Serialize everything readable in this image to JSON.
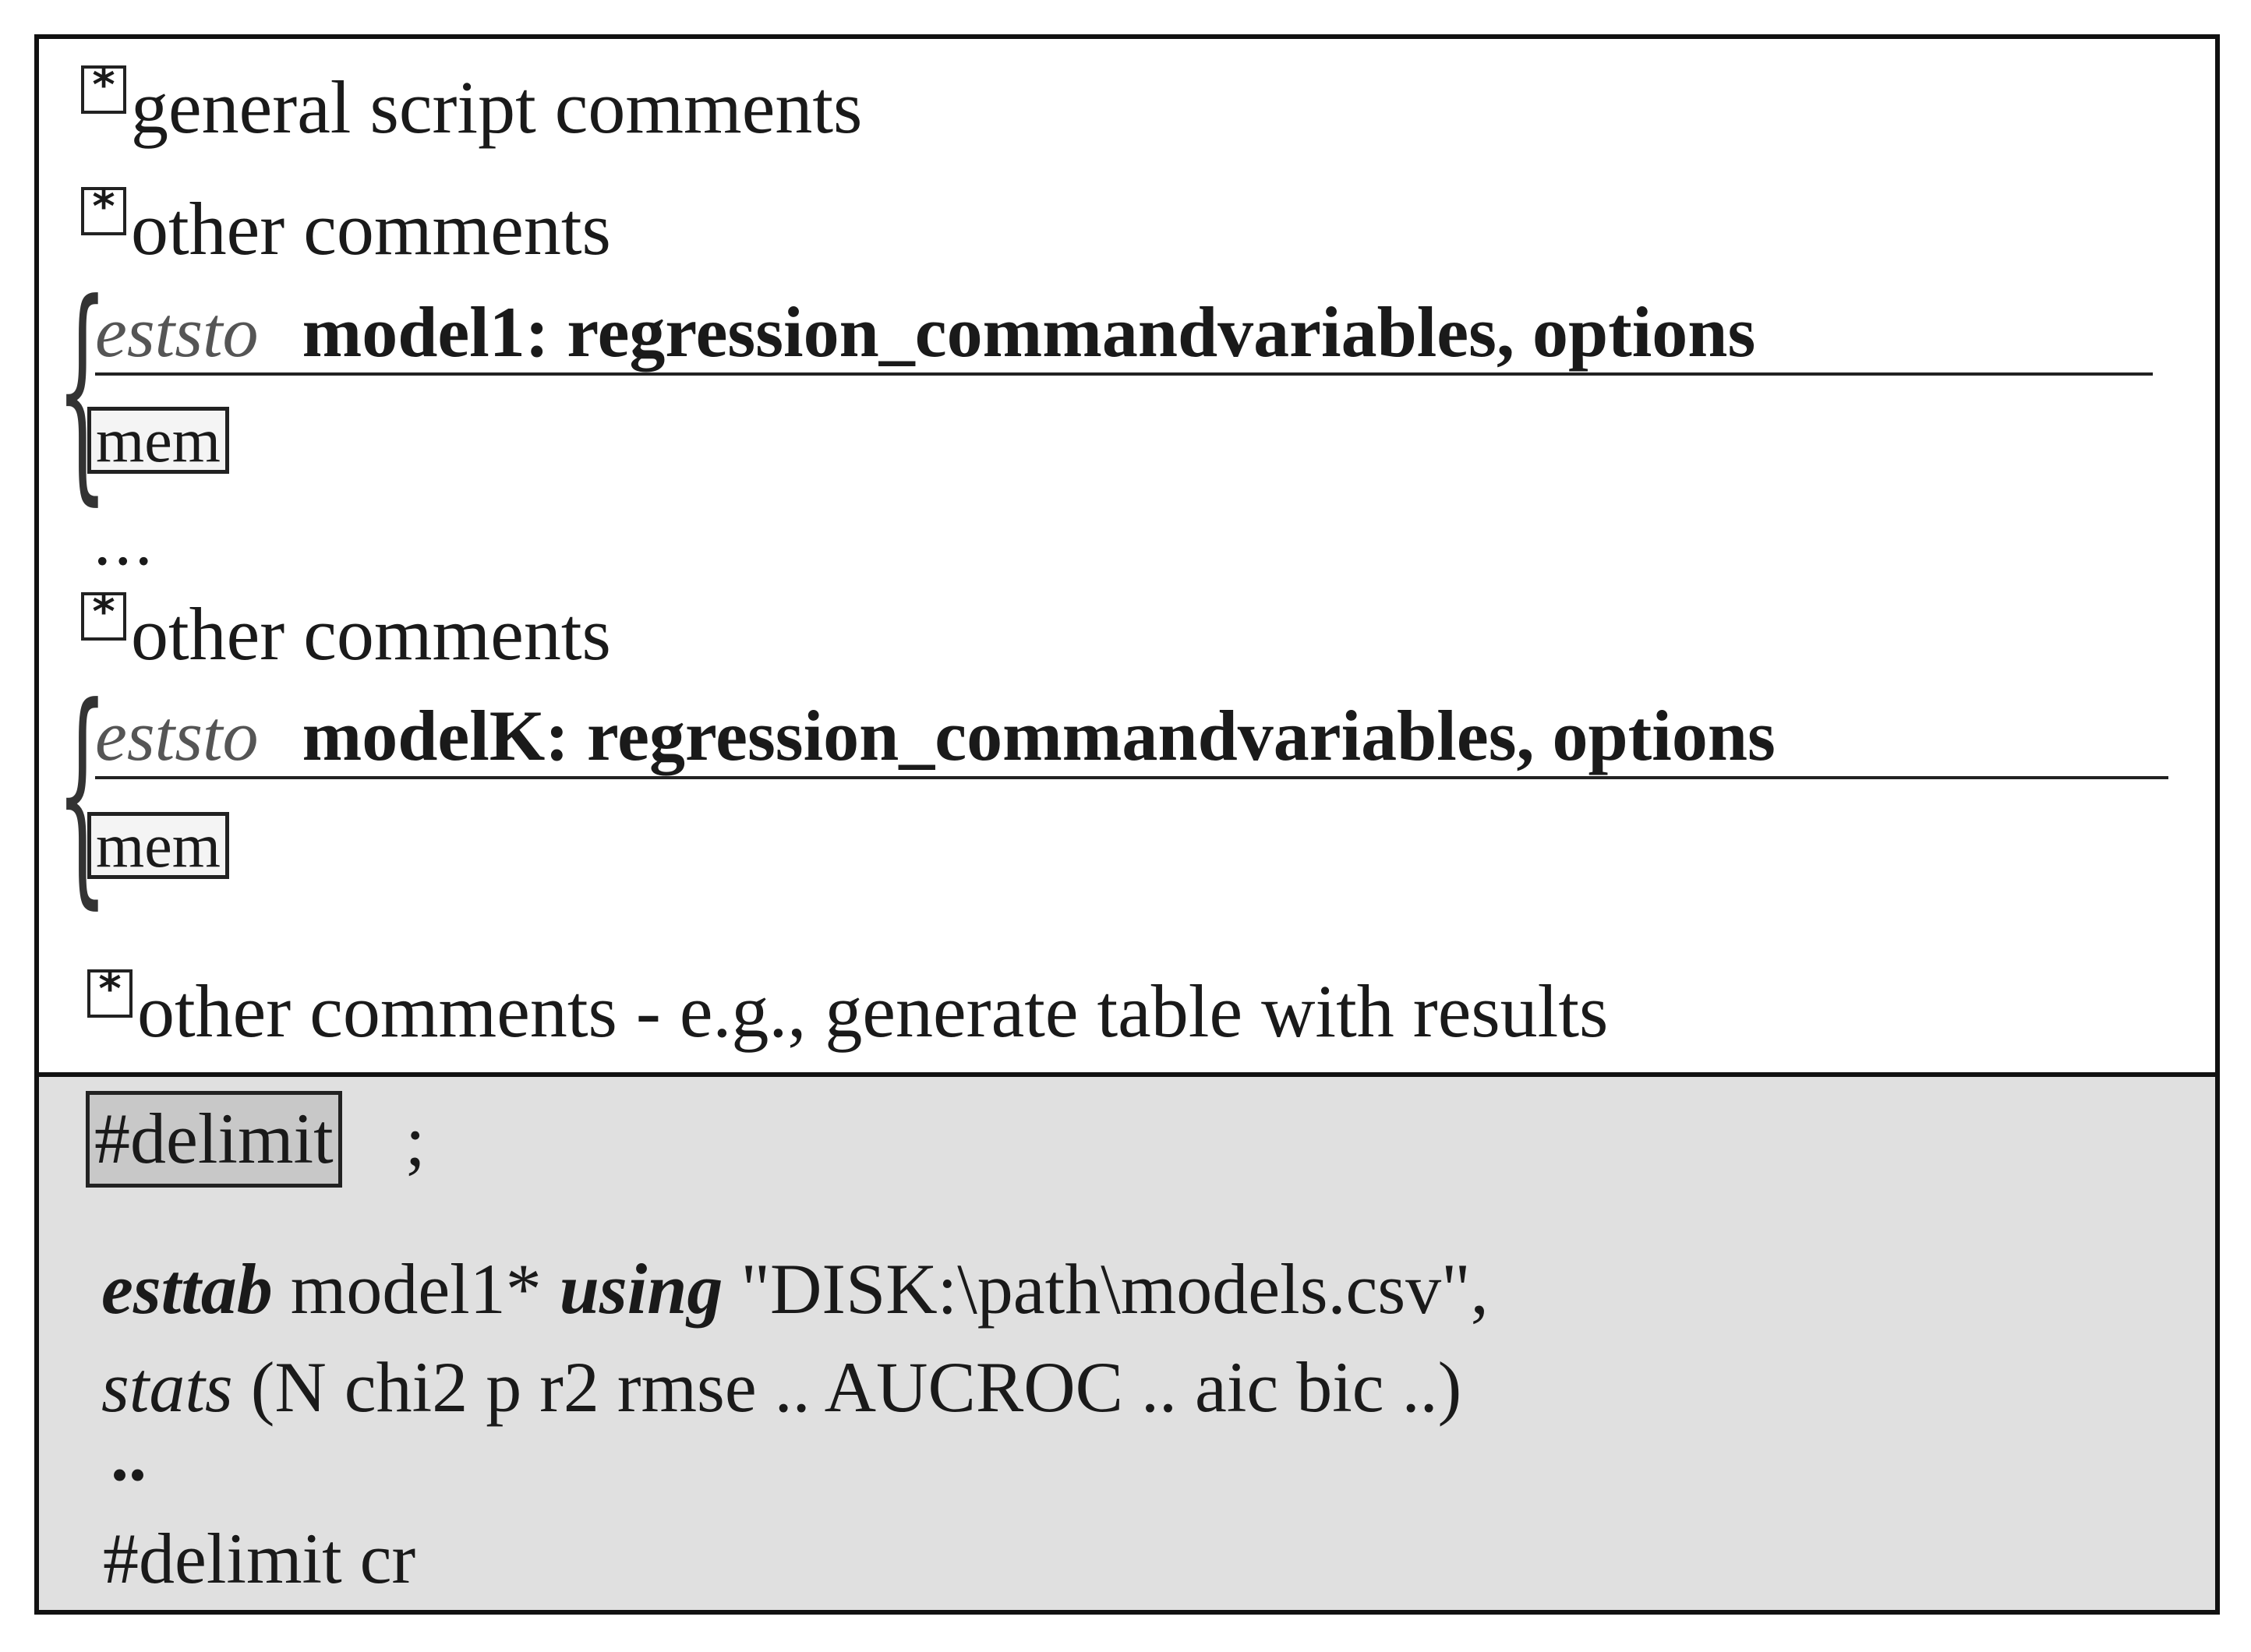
{
  "comment_marker_symbol": "*",
  "upper": {
    "comment_general": "general script comments",
    "comment_other_1": "other comments",
    "model1": {
      "keyword": "eststo",
      "text": "model1: regression_commandvariables, options",
      "mem_label": "mem"
    },
    "ellipsis": "...",
    "comment_other_2": "other comments",
    "modelK": {
      "keyword": "eststo",
      "text": "modelK: regression_commandvariables, options",
      "mem_label": "mem"
    },
    "comment_final": "other comments - e.g., generate table with results"
  },
  "lower": {
    "delimit_label": "#delimit",
    "delimit_semicolon": ";",
    "esttab_keyword": "esttab",
    "esttab_model": "model1*",
    "using_keyword": "using",
    "esttab_path": "\"DISK:\\path\\models.csv\",",
    "stats_keyword": "stats",
    "stats_args": "(N chi2 p r2 rmse .. AUCROC .. aic bic ..)",
    "ellipsis": "..",
    "delimit_cr": "#delimit cr"
  }
}
